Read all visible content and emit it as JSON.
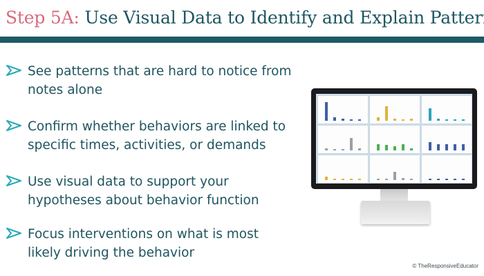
{
  "header": {
    "step_label": "Step 5A:",
    "title": "Use Visual Data to Identify and Explain Patterns",
    "accent_color": "#d96a7e",
    "title_color": "#1e5663",
    "divider_color": "#1c5a66"
  },
  "bullets": [
    {
      "icon": "chevron-right-icon",
      "lines": [
        "See patterns that are hard to notice from",
        "notes alone"
      ]
    },
    {
      "icon": "chevron-right-icon",
      "lines": [
        "Confirm whether behaviors are linked to",
        "specific times, activities, or demands"
      ]
    },
    {
      "icon": "chevron-right-icon",
      "lines": [
        "Use visual data to support your",
        "hypotheses about behavior function"
      ]
    },
    {
      "icon": "chevron-right-icon",
      "lines": [
        "Focus interventions on what is most",
        "likely driving the behavior"
      ]
    }
  ],
  "monitor": {
    "icon": "monitor-icon",
    "dashboard_charts": 9,
    "chart_colors": [
      "#3f5fa8",
      "#e0b33c",
      "#2aa6b8",
      "#9aa0a6",
      "#4caf50",
      "#3f5fa8",
      "#e0b33c",
      "#9aa0a6",
      "#3f5fa8"
    ]
  },
  "footer": {
    "copyright": "© TheResponsiveEducator"
  }
}
